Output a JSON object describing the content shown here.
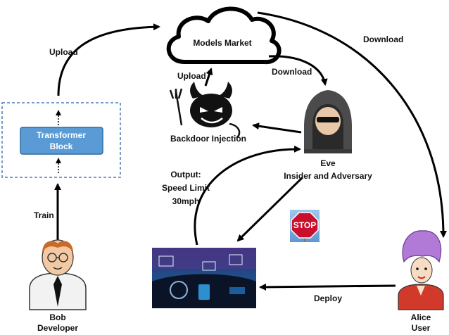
{
  "nodes": {
    "models_market": "Models Market",
    "transformer_line1": "Transformer",
    "transformer_line2": "Block",
    "backdoor": "Backdoor Injection",
    "eve_name": "Eve",
    "eve_role": "Insider and Adversary",
    "bob_name": "Bob",
    "bob_role": "Developer",
    "alice_name": "Alice",
    "alice_role": "User",
    "stop_sign": "STOP"
  },
  "edges": {
    "upload_bob": "Upload",
    "upload_eve": "Upload",
    "download_alice": "Download",
    "download_eve": "Download",
    "train": "Train",
    "deploy": "Deploy",
    "output_line1": "Output:",
    "output_line2": "Speed Limit",
    "output_line3": "30mph"
  },
  "colors": {
    "block_fill": "#5b9bd5",
    "block_stroke": "#2e6ca4",
    "dashed_box": "#4a7ab5",
    "stop_red": "#c8102e",
    "sky_blue": "#7fb2e0"
  }
}
